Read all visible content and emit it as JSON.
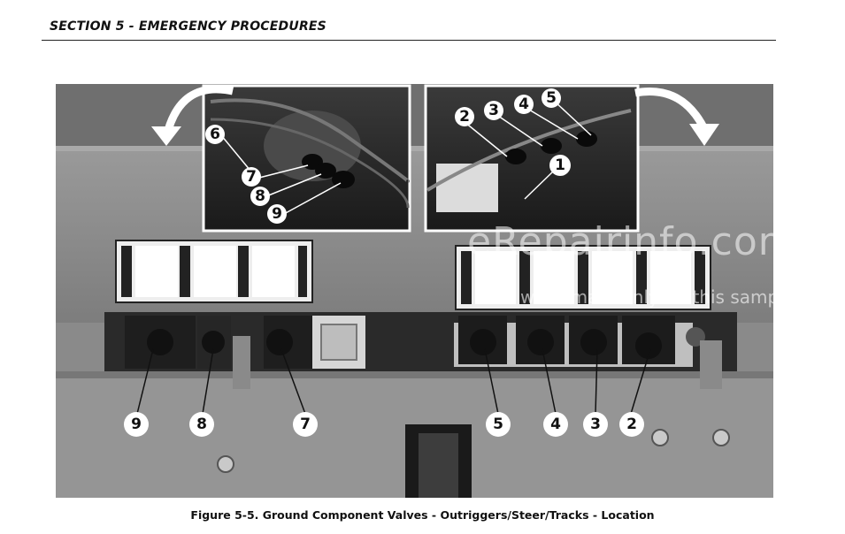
{
  "header": {
    "section_title": "SECTION 5 - EMERGENCY PROCEDURES"
  },
  "figure": {
    "caption": "Figure 5-5. Ground Component Valves - Outriggers/Steer/Tracks - Location",
    "callouts_left_inset": [
      "6",
      "7",
      "8",
      "9"
    ],
    "callouts_right_inset": [
      "2",
      "3",
      "4",
      "5",
      "1"
    ],
    "callouts_bottom": [
      "9",
      "8",
      "7",
      "5",
      "4",
      "3",
      "2"
    ]
  },
  "watermark": {
    "main": "eRepairinfo.com",
    "sub": "watermark only on this sample"
  }
}
